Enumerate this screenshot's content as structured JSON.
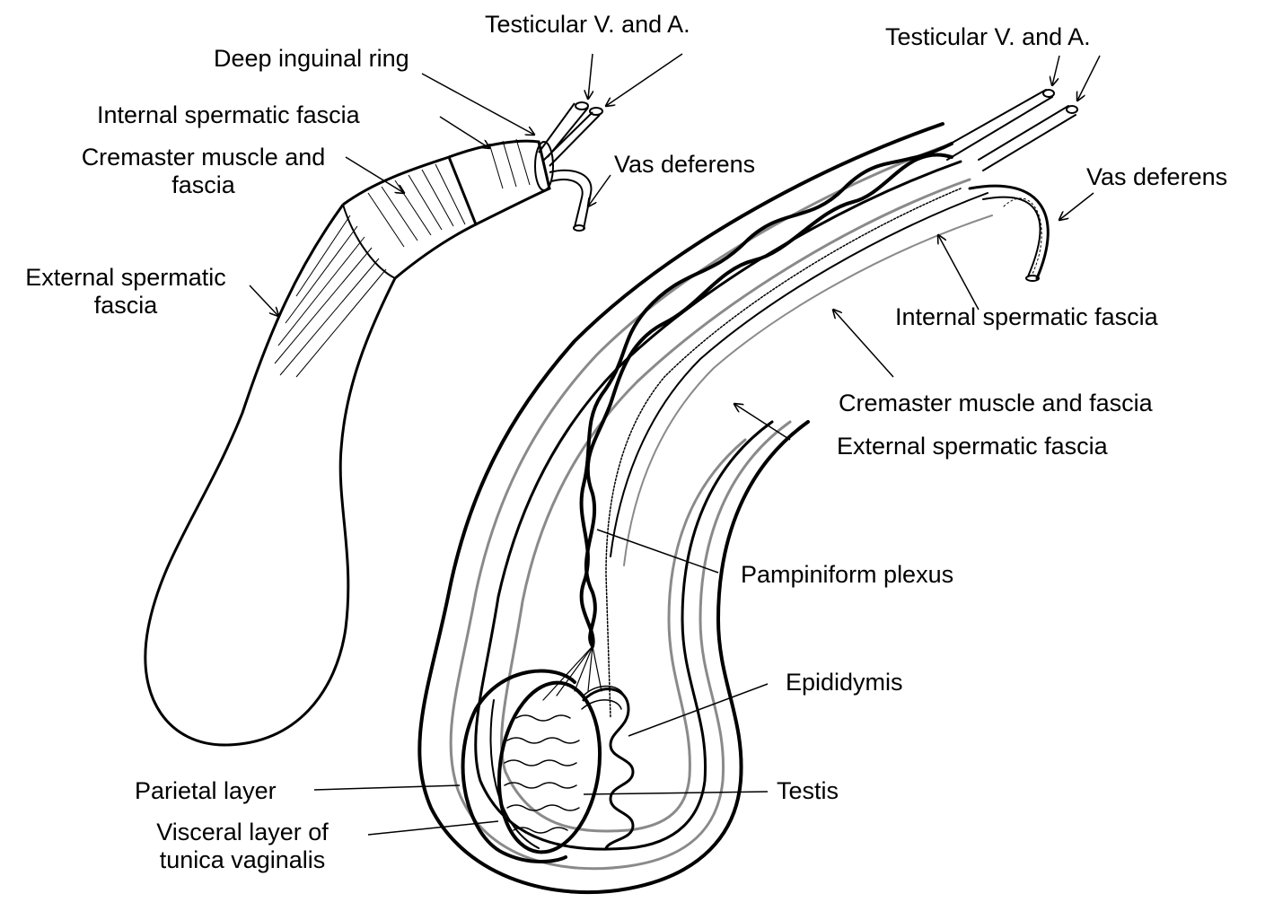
{
  "left_labels": {
    "testicular_va": "Testicular V. and A.",
    "deep_inguinal_ring": "Deep inguinal ring",
    "internal_spermatic_fascia": "Internal spermatic fascia",
    "cremaster_line1": "Cremaster muscle and",
    "cremaster_line2": "fascia",
    "vas_deferens": "Vas deferens",
    "external_line1": "External spermatic",
    "external_line2": "fascia"
  },
  "right_labels": {
    "testicular_va": "Testicular V. and A.",
    "vas_deferens": "Vas deferens",
    "internal_spermatic_fascia": "Internal spermatic fascia",
    "cremaster": "Cremaster muscle and fascia",
    "external_spermatic_fascia": "External spermatic fascia",
    "pampiniform_plexus": "Pampiniform plexus",
    "epididymis": "Epididymis",
    "testis": "Testis",
    "parietal_layer": "Parietal layer",
    "visceral_line1": "Visceral layer of",
    "visceral_line2": "tunica vaginalis"
  },
  "colors": {
    "line": "#000000",
    "gray_layer": "#8a8a8a",
    "background": "#ffffff"
  }
}
